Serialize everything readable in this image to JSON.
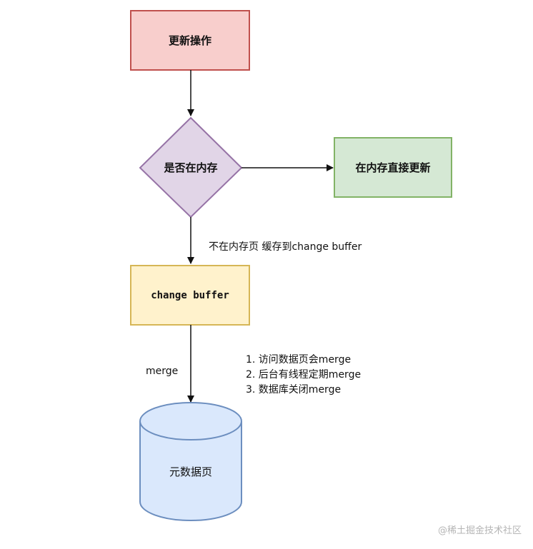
{
  "nodes": {
    "update_op": "更新操作",
    "in_memory_check": "是否在内存",
    "update_in_memory": "在内存直接更新",
    "change_buffer": "change buffer",
    "data_page": "元数据页"
  },
  "edges": {
    "not_in_memory": "不在内存页 缓存到change buffer",
    "merge": "merge"
  },
  "notes": [
    "1. 访问数据页会merge",
    "2. 后台有线程定期merge",
    "3. 数据库关闭merge"
  ],
  "watermark": "@稀土掘金技术社区",
  "colors": {
    "update_fill": "#f8cecc",
    "update_stroke": "#c0504d",
    "decision_fill": "#e1d5e7",
    "decision_stroke": "#9673a6",
    "green_fill": "#d5e8d4",
    "green_stroke": "#82b366",
    "yellow_fill": "#fff2cc",
    "yellow_stroke": "#d6b656",
    "db_fill": "#dae8fc",
    "db_stroke": "#6c8ebf",
    "line": "#111111"
  }
}
